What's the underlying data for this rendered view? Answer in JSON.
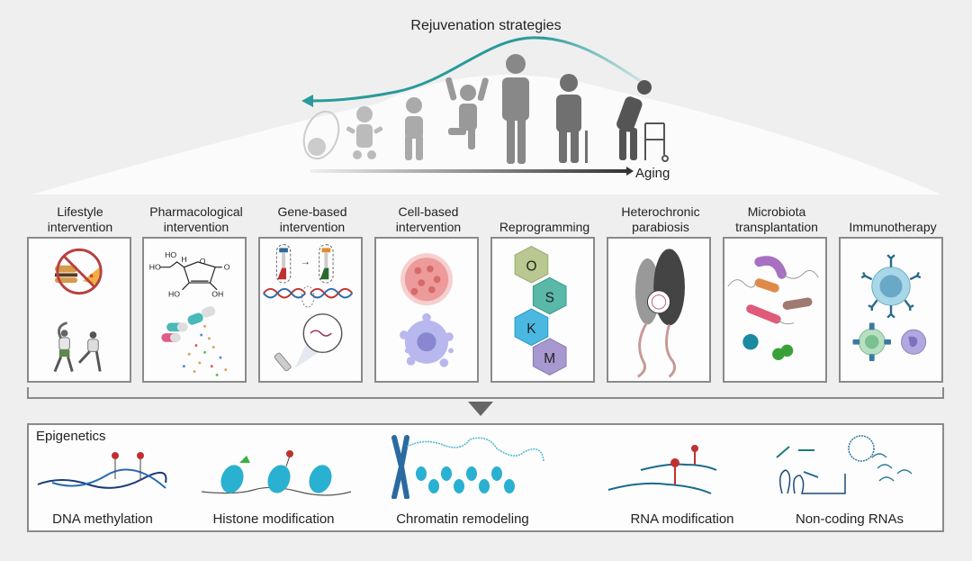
{
  "header": {
    "title": "Rejuvenation strategies",
    "aging_label": "Aging",
    "life_stages": [
      "embryo",
      "infant",
      "toddler",
      "child",
      "adult",
      "elderly",
      "elderly-with-walker"
    ],
    "accent_color": "#2a9a9a"
  },
  "strategies": [
    {
      "label_line1": "Lifestyle",
      "label_line2": "intervention",
      "icons": [
        "no-junk-food-icon",
        "exercise-people-icon"
      ]
    },
    {
      "label_line1": "Pharmacological",
      "label_line2": "intervention",
      "icons": [
        "ascorbic-acid-structure-icon",
        "pills-icon"
      ],
      "chem_labels": {
        "ho1": "HO",
        "h": "H",
        "ho2": "HO",
        "o1": "O",
        "o2": "O",
        "ho3": "HO",
        "oh": "OH"
      }
    },
    {
      "label_line1": "Gene-based",
      "label_line2": "intervention",
      "icons": [
        "gene-edit-icon",
        "dna-helix-icon",
        "syringe-icon"
      ]
    },
    {
      "label_line1": "Cell-based",
      "label_line2": "intervention",
      "icons": [
        "cell-cluster-icon",
        "stem-cell-icon"
      ]
    },
    {
      "label_line1": "",
      "label_line2": "Reprogramming",
      "icons": [
        "oskm-factors-icon"
      ],
      "factors": [
        "O",
        "S",
        "K",
        "M"
      ]
    },
    {
      "label_line1": "Heterochronic",
      "label_line2": "parabiosis",
      "icons": [
        "paired-mice-icon"
      ]
    },
    {
      "label_line1": "Microbiota",
      "label_line2": "transplantation",
      "icons": [
        "bacteria-icon"
      ]
    },
    {
      "label_line1": "",
      "label_line2": "Immunotherapy",
      "icons": [
        "immune-cells-icon"
      ]
    }
  ],
  "epigenetics": {
    "title": "Epigenetics",
    "items": [
      {
        "label": "DNA methylation",
        "icon": "dna-methylation-icon"
      },
      {
        "label": "Histone modification",
        "icon": "histone-icon"
      },
      {
        "label": "Chromatin remodeling",
        "icon": "chromatin-icon"
      },
      {
        "label": "RNA modification",
        "icon": "rna-modification-icon"
      },
      {
        "label": "Non-coding RNAs",
        "icon": "noncoding-rna-icon"
      }
    ]
  }
}
